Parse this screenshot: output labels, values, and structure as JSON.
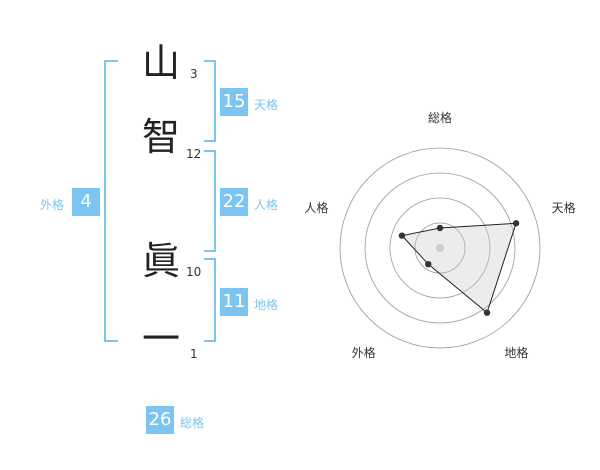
{
  "name": [
    {
      "char": "山",
      "strokes": "3"
    },
    {
      "char": "智",
      "strokes": "12"
    },
    {
      "char": "眞",
      "strokes": "10"
    },
    {
      "char": "一",
      "strokes": "1"
    }
  ],
  "scores": {
    "tenkaku": {
      "value": "15",
      "label": "天格"
    },
    "jinkaku": {
      "value": "22",
      "label": "人格"
    },
    "chikaku": {
      "value": "11",
      "label": "地格"
    },
    "gaikaku": {
      "value": "4",
      "label": "外格"
    },
    "soukaku": {
      "value": "26",
      "label": "総格"
    }
  },
  "chart_data": {
    "type": "radar",
    "axes": [
      "総格",
      "天格",
      "地格",
      "外格",
      "人格"
    ],
    "values": [
      1,
      4,
      4,
      1,
      2
    ],
    "max": 5,
    "rings": 4
  }
}
